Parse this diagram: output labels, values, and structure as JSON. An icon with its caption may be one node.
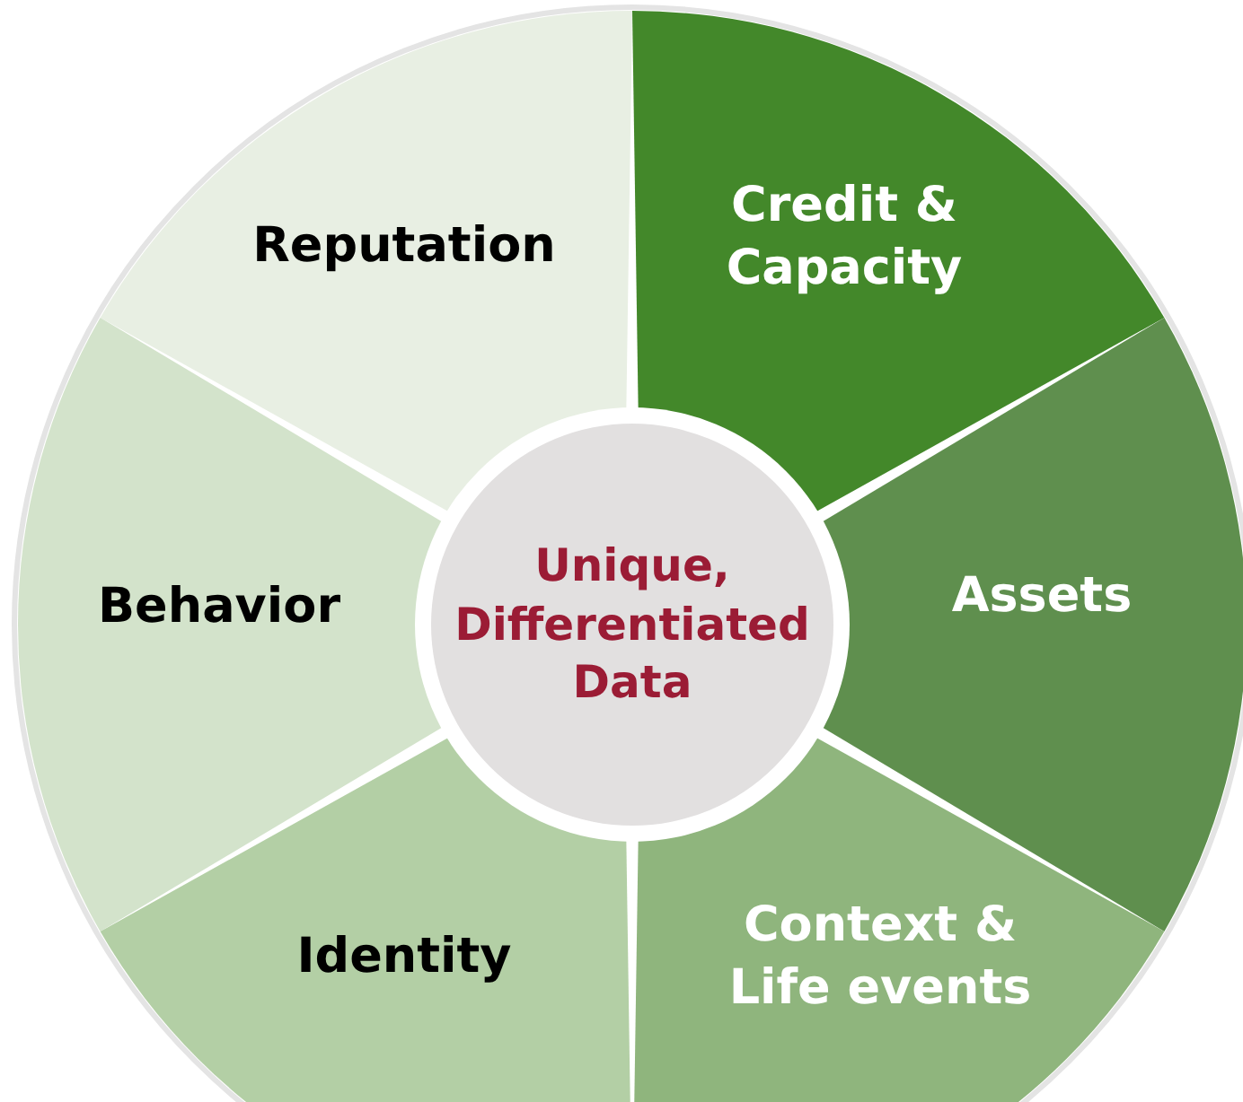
{
  "diagram": {
    "nodes": [
      {
        "text": [
          "Reputation"
        ]
      },
      {
        "text": [
          "Credit & Capacity"
        ]
      },
      {
        "text": [
          "Behavior"
        ]
      },
      {
        "text": [
          "Unique, Differentiated Data"
        ]
      },
      {
        "text": [
          "Assets"
        ]
      },
      {
        "text": [
          "Identity"
        ]
      },
      {
        "text": [
          "Context & Life events"
        ]
      }
    ]
  }
}
